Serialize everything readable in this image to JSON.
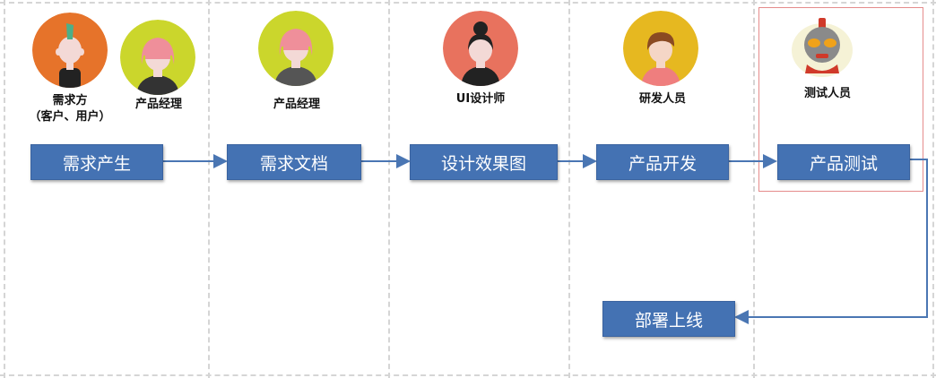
{
  "roles": {
    "demand_side": "需求方\n（客户、用户）",
    "pm1": "产品经理",
    "pm2": "产品经理",
    "ui_designer": "UI设计师",
    "dev": "研发人员",
    "tester": "测试人员"
  },
  "steps": {
    "s1": "需求产生",
    "s2": "需求文档",
    "s3": "设计效果图",
    "s4": "产品开发",
    "s5": "产品测试",
    "s6": "部署上线"
  },
  "colors": {
    "step_fill": "#4472b3",
    "arrow": "#4a76b3",
    "lane_border": "#d5d5d5",
    "highlight": "#e58b8b"
  },
  "icons": [
    "avatar-mohawk-icon",
    "avatar-pink-hair-icon",
    "avatar-pink-hair-icon",
    "avatar-bun-hair-icon",
    "avatar-boy-icon",
    "robot-icon"
  ]
}
